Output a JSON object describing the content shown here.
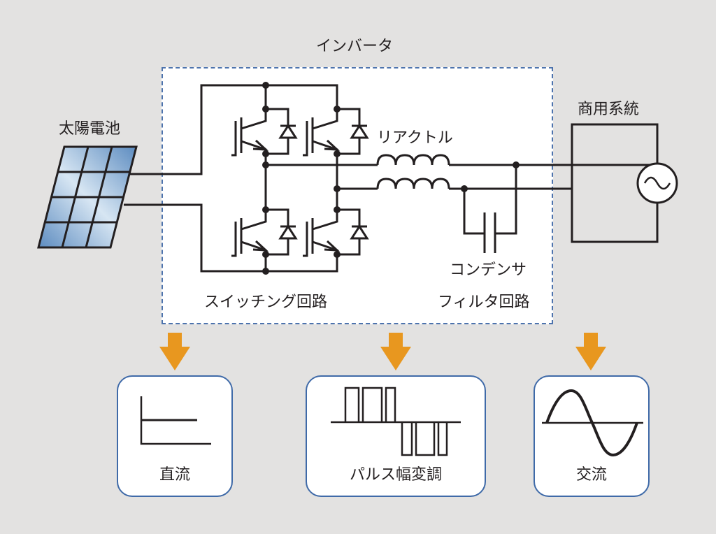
{
  "labels": {
    "inverter": "インバータ",
    "solar_cell": "太陽電池",
    "grid": "商用系統",
    "reactor": "リアクトル",
    "capacitor": "コンデンサ",
    "switching_circuit": "スイッチング回路",
    "filter_circuit": "フィルタ回路"
  },
  "waveforms": [
    {
      "id": "dc",
      "label": "直流",
      "type": "step"
    },
    {
      "id": "pwm",
      "label": "パルス幅変調",
      "type": "pwm",
      "positive_pulses": 3,
      "negative_pulses": 3
    },
    {
      "id": "ac",
      "label": "交流",
      "type": "sine"
    }
  ],
  "colors": {
    "background": "#e3e2e1",
    "inverter_border": "#4d73ad",
    "card_border": "#3f6aa8",
    "arrow": "#e8971f",
    "wire": "#231f20",
    "panel_light": "#d7e6f3",
    "panel_dark": "#5d8cc0"
  }
}
